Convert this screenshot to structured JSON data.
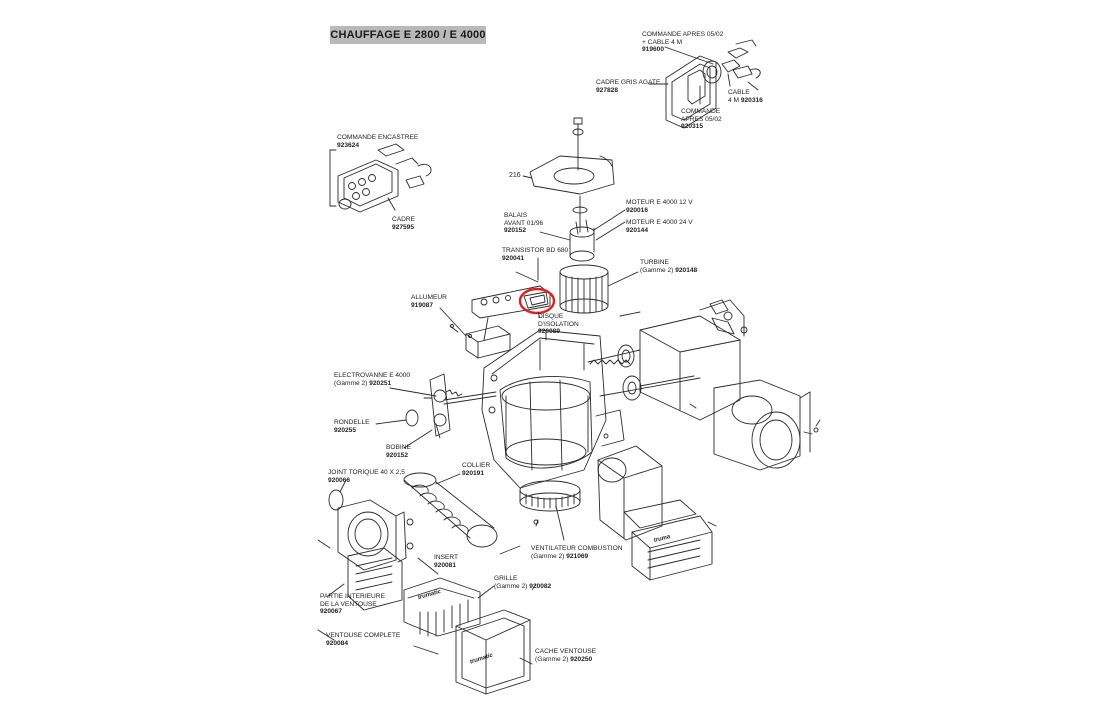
{
  "title": "CHAUFFAGE E 2800 / E 4000",
  "highlight_color": "#e02020",
  "parts": {
    "commande_apres": {
      "name_lines": [
        "COMMANDE APRES 05/02",
        "+ CABLE 4 M"
      ],
      "ref": "919600"
    },
    "cadre_gris": {
      "name_lines": [
        "CADRE GRIS AGATE"
      ],
      "ref": "927828"
    },
    "commande_apres2": {
      "name_lines": [
        "COMMANDE",
        "APRES 05/02"
      ],
      "ref": "920315"
    },
    "cable": {
      "name_lines": [
        "CABLE",
        "4 M"
      ],
      "ref": "920316"
    },
    "commande_encastree": {
      "name_lines": [
        "COMMANDE ENCASTREE"
      ],
      "ref": "923624"
    },
    "cadre": {
      "name_lines": [
        "CADRE"
      ],
      "ref": "927595"
    },
    "ref216": {
      "text": "216"
    },
    "balais": {
      "name_lines": [
        "BALAIS",
        "AVANT 01/96"
      ],
      "ref": "920152"
    },
    "moteur12": {
      "name_lines": [
        "MOTEUR E 4000 12 V"
      ],
      "ref": "920016"
    },
    "moteur24": {
      "name_lines": [
        "MOTEUR E 4000 24 V"
      ],
      "ref": "920144"
    },
    "transistor": {
      "name_lines": [
        "TRANSISTOR BD 680"
      ],
      "ref": "920041"
    },
    "turbine": {
      "name_lines": [
        "TURBINE",
        "(Gamme 2)"
      ],
      "ref": "920148"
    },
    "allumeur": {
      "name_lines": [
        "ALLUMEUR"
      ],
      "ref": "919087"
    },
    "disque": {
      "name_lines": [
        "DISQUE",
        "D'ISOLATION"
      ],
      "ref": "920089"
    },
    "electrovanne": {
      "name_lines": [
        "ELECTROVANNE E 4000",
        "(Gamme 2)"
      ],
      "ref": "920251"
    },
    "rondelle": {
      "name_lines": [
        "RONDELLE"
      ],
      "ref": "920255"
    },
    "bobine": {
      "name_lines": [
        "BOBINE"
      ],
      "ref": "920152"
    },
    "joint": {
      "name_lines": [
        "JOINT TORIQUE 40 X 2,5"
      ],
      "ref": "920066"
    },
    "collier": {
      "name_lines": [
        "COLLIER"
      ],
      "ref": "920191"
    },
    "ventilateur": {
      "name_lines": [
        "VENTILATEUR COMBUSTION",
        "(Gamme 2)"
      ],
      "ref": "921069"
    },
    "insert": {
      "name_lines": [
        "INSERT"
      ],
      "ref": "920081"
    },
    "grille": {
      "name_lines": [
        "GRILLE",
        "(Gamme 2)"
      ],
      "ref": "920082"
    },
    "partie_int": {
      "name_lines": [
        "PARTIE INTERIEURE",
        "DE LA VENTOUSE"
      ],
      "ref": "920067"
    },
    "ventouse_complete": {
      "name_lines": [
        "VENTOUSE COMPLETE"
      ],
      "ref": "920084"
    },
    "cache_ventouse": {
      "name_lines": [
        "CACHE VENTOUSE",
        "(Gamme 2)"
      ],
      "ref": "920250"
    }
  },
  "brand_marks": [
    "truma",
    "trumatic",
    "trumatic"
  ]
}
